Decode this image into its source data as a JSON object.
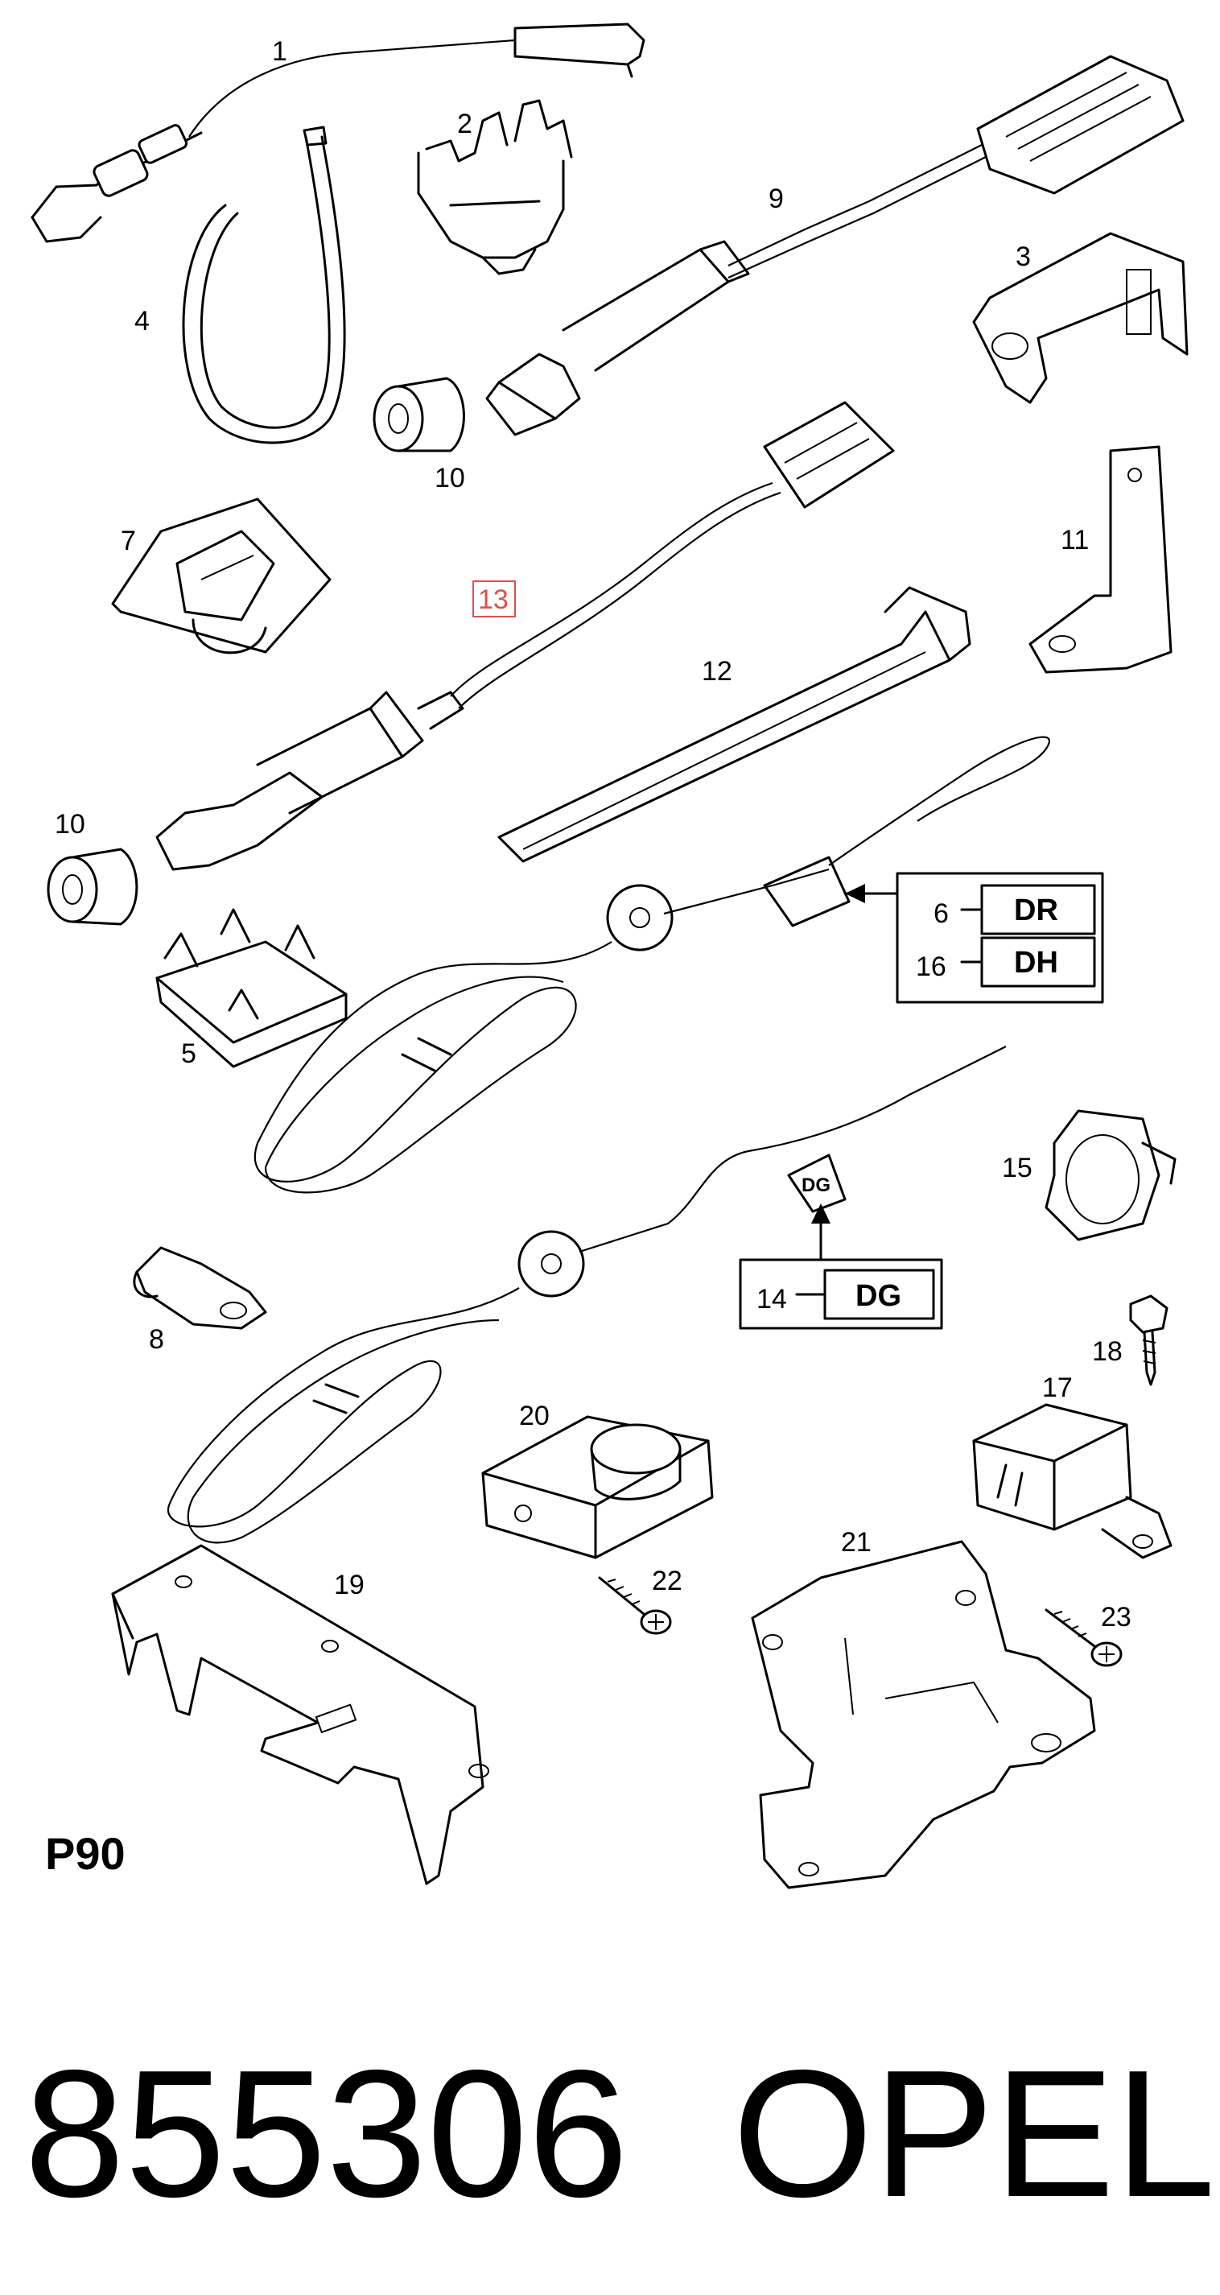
{
  "callouts": {
    "c1": "1",
    "c2": "2",
    "c3": "3",
    "c4": "4",
    "c5": "5",
    "c6": "6",
    "c7": "7",
    "c8": "8",
    "c9": "9",
    "c10a": "10",
    "c10b": "10",
    "c11": "11",
    "c12": "12",
    "c13": "13",
    "c14": "14",
    "c15": "15",
    "c16": "16",
    "c17": "17",
    "c18": "18",
    "c19": "19",
    "c20": "20",
    "c21": "21",
    "c22": "22",
    "c23": "23"
  },
  "boxes": {
    "dr": "DR",
    "dh": "DH",
    "dg": "DG",
    "tag_dg": "DG"
  },
  "page_code": "P90",
  "footer": {
    "part_number": "855306",
    "brand": "OPEL"
  },
  "colors": {
    "highlight": "#d9534f",
    "ink": "#000000",
    "paper": "#ffffff"
  }
}
